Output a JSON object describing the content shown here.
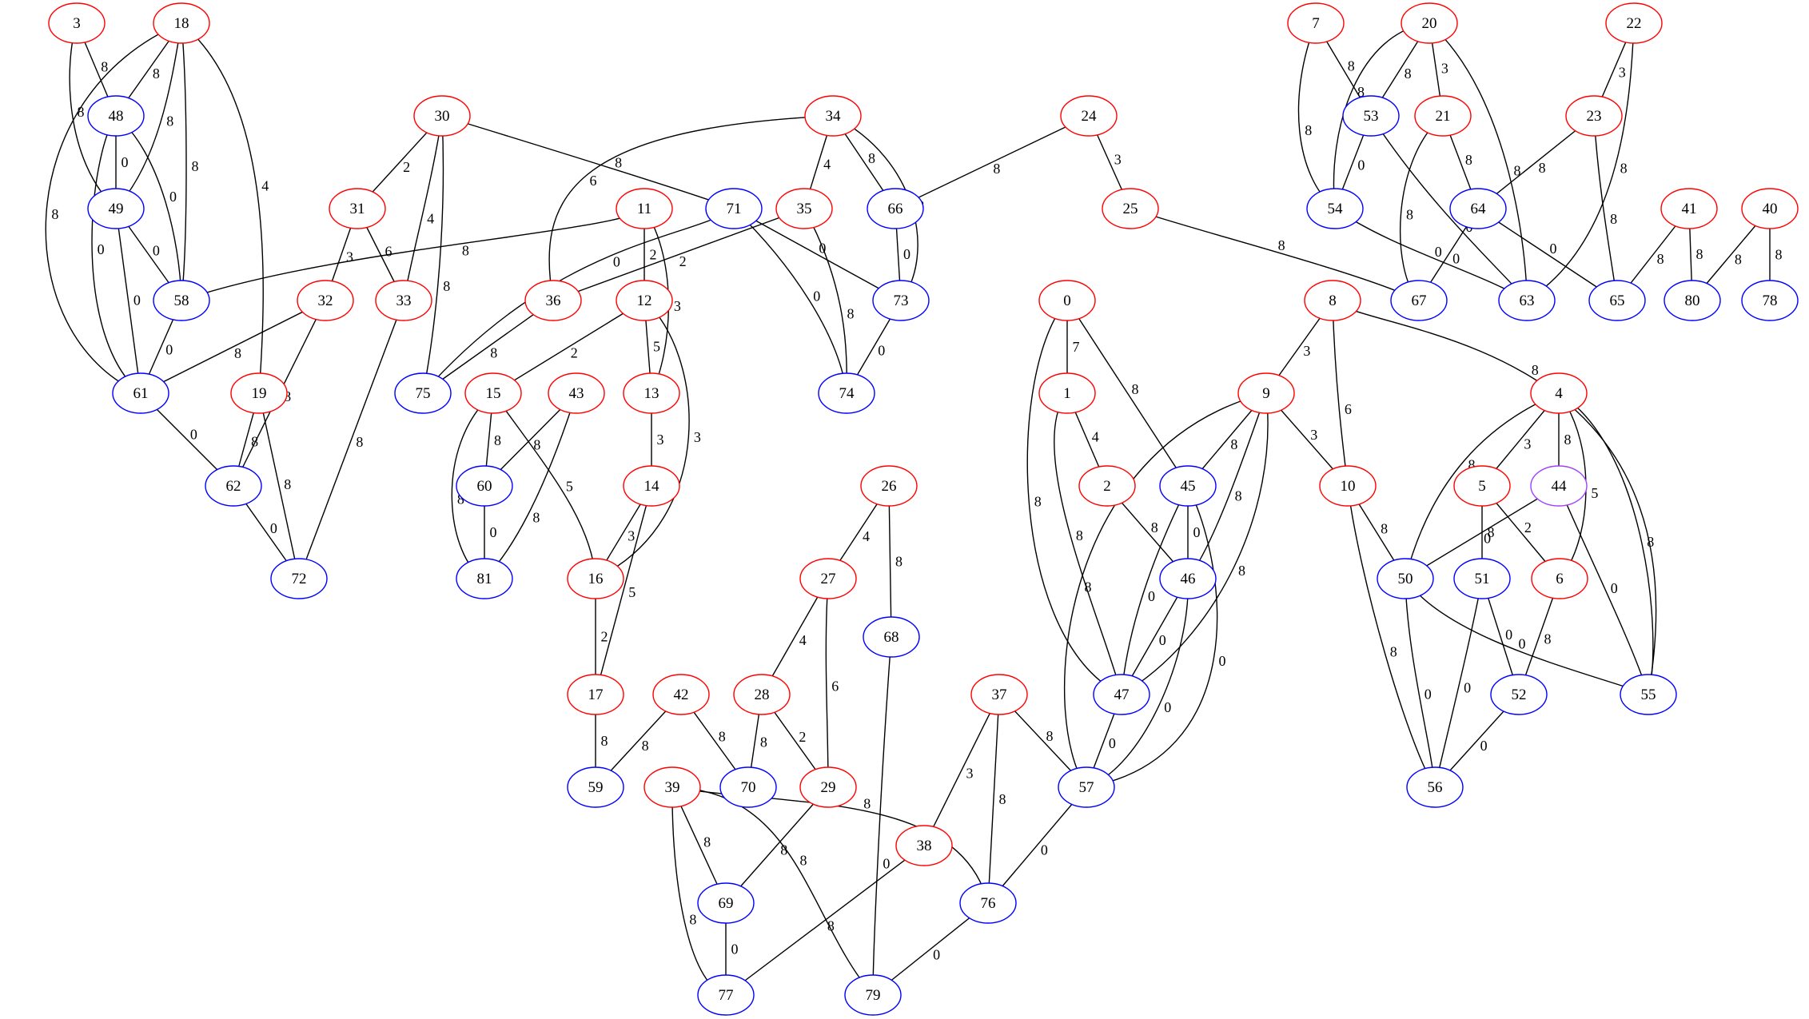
{
  "colors": {
    "red": "#ff0000",
    "blue": "#0000ff",
    "purple": "#a040ff",
    "edge": "#000000"
  },
  "nodes": [
    {
      "id": "3",
      "color": "red"
    },
    {
      "id": "18",
      "color": "red"
    },
    {
      "id": "48",
      "color": "blue"
    },
    {
      "id": "49",
      "color": "blue"
    },
    {
      "id": "58",
      "color": "blue"
    },
    {
      "id": "61",
      "color": "blue"
    },
    {
      "id": "19",
      "color": "red"
    },
    {
      "id": "62",
      "color": "blue"
    },
    {
      "id": "72",
      "color": "blue"
    },
    {
      "id": "30",
      "color": "red"
    },
    {
      "id": "31",
      "color": "red"
    },
    {
      "id": "32",
      "color": "red"
    },
    {
      "id": "33",
      "color": "red"
    },
    {
      "id": "75",
      "color": "blue"
    },
    {
      "id": "11",
      "color": "red"
    },
    {
      "id": "12",
      "color": "red"
    },
    {
      "id": "13",
      "color": "red"
    },
    {
      "id": "14",
      "color": "red"
    },
    {
      "id": "16",
      "color": "red"
    },
    {
      "id": "17",
      "color": "red"
    },
    {
      "id": "59",
      "color": "blue"
    },
    {
      "id": "15",
      "color": "red"
    },
    {
      "id": "60",
      "color": "blue"
    },
    {
      "id": "81",
      "color": "blue"
    },
    {
      "id": "43",
      "color": "red"
    },
    {
      "id": "36",
      "color": "red"
    },
    {
      "id": "34",
      "color": "red"
    },
    {
      "id": "35",
      "color": "red"
    },
    {
      "id": "66",
      "color": "blue"
    },
    {
      "id": "73",
      "color": "blue"
    },
    {
      "id": "74",
      "color": "blue"
    },
    {
      "id": "71",
      "color": "blue"
    },
    {
      "id": "24",
      "color": "red"
    },
    {
      "id": "25",
      "color": "red"
    },
    {
      "id": "67",
      "color": "blue"
    },
    {
      "id": "26",
      "color": "red"
    },
    {
      "id": "27",
      "color": "red"
    },
    {
      "id": "68",
      "color": "blue"
    },
    {
      "id": "28",
      "color": "red"
    },
    {
      "id": "29",
      "color": "red"
    },
    {
      "id": "70",
      "color": "blue"
    },
    {
      "id": "42",
      "color": "red"
    },
    {
      "id": "39",
      "color": "red"
    },
    {
      "id": "69",
      "color": "blue"
    },
    {
      "id": "77",
      "color": "blue"
    },
    {
      "id": "79",
      "color": "blue"
    },
    {
      "id": "38",
      "color": "red"
    },
    {
      "id": "37",
      "color": "red"
    },
    {
      "id": "76",
      "color": "blue"
    },
    {
      "id": "57",
      "color": "blue"
    },
    {
      "id": "0",
      "color": "red"
    },
    {
      "id": "1",
      "color": "red"
    },
    {
      "id": "2",
      "color": "red"
    },
    {
      "id": "45",
      "color": "blue"
    },
    {
      "id": "46",
      "color": "blue"
    },
    {
      "id": "47",
      "color": "blue"
    },
    {
      "id": "9",
      "color": "red"
    },
    {
      "id": "8",
      "color": "red"
    },
    {
      "id": "10",
      "color": "red"
    },
    {
      "id": "50",
      "color": "blue"
    },
    {
      "id": "56",
      "color": "blue"
    },
    {
      "id": "4",
      "color": "red"
    },
    {
      "id": "5",
      "color": "red"
    },
    {
      "id": "44",
      "color": "purple"
    },
    {
      "id": "6",
      "color": "red"
    },
    {
      "id": "51",
      "color": "blue"
    },
    {
      "id": "52",
      "color": "blue"
    },
    {
      "id": "55",
      "color": "blue"
    },
    {
      "id": "7",
      "color": "red"
    },
    {
      "id": "20",
      "color": "red"
    },
    {
      "id": "53",
      "color": "blue"
    },
    {
      "id": "54",
      "color": "blue"
    },
    {
      "id": "21",
      "color": "red"
    },
    {
      "id": "64",
      "color": "blue"
    },
    {
      "id": "63",
      "color": "blue"
    },
    {
      "id": "22",
      "color": "red"
    },
    {
      "id": "23",
      "color": "red"
    },
    {
      "id": "65",
      "color": "blue"
    },
    {
      "id": "41",
      "color": "red"
    },
    {
      "id": "80",
      "color": "blue"
    },
    {
      "id": "40",
      "color": "red"
    },
    {
      "id": "78",
      "color": "blue"
    }
  ],
  "edges": [
    {
      "from": "3",
      "to": "48",
      "label": "8"
    },
    {
      "from": "3",
      "to": "49",
      "label": "8"
    },
    {
      "from": "18",
      "to": "48",
      "label": "8"
    },
    {
      "from": "18",
      "to": "49",
      "label": "8"
    },
    {
      "from": "18",
      "to": "58",
      "label": "8"
    },
    {
      "from": "18",
      "to": "61",
      "label": "8"
    },
    {
      "from": "18",
      "to": "19",
      "label": "4"
    },
    {
      "from": "48",
      "to": "49",
      "label": "0"
    },
    {
      "from": "48",
      "to": "58",
      "label": "0"
    },
    {
      "from": "48",
      "to": "61",
      "label": "0"
    },
    {
      "from": "49",
      "to": "58",
      "label": "0"
    },
    {
      "from": "49",
      "to": "61",
      "label": "0"
    },
    {
      "from": "58",
      "to": "61",
      "label": "0"
    },
    {
      "from": "61",
      "to": "62",
      "label": "0"
    },
    {
      "from": "19",
      "to": "62",
      "label": "8"
    },
    {
      "from": "19",
      "to": "72",
      "label": "8"
    },
    {
      "from": "62",
      "to": "72",
      "label": "0"
    },
    {
      "from": "30",
      "to": "31",
      "label": "2"
    },
    {
      "from": "30",
      "to": "33",
      "label": "4"
    },
    {
      "from": "30",
      "to": "75",
      "label": "8"
    },
    {
      "from": "30",
      "to": "71",
      "label": "8"
    },
    {
      "from": "31",
      "to": "32",
      "label": "3"
    },
    {
      "from": "31",
      "to": "33",
      "label": "6"
    },
    {
      "from": "32",
      "to": "61",
      "label": "8"
    },
    {
      "from": "32",
      "to": "62",
      "label": "8"
    },
    {
      "from": "33",
      "to": "72",
      "label": "8"
    },
    {
      "from": "11",
      "to": "58",
      "label": "8"
    },
    {
      "from": "11",
      "to": "12",
      "label": "2"
    },
    {
      "from": "11",
      "to": "13",
      "label": "3"
    },
    {
      "from": "12",
      "to": "15",
      "label": "2"
    },
    {
      "from": "12",
      "to": "13",
      "label": "5"
    },
    {
      "from": "12",
      "to": "16",
      "label": "3"
    },
    {
      "from": "13",
      "to": "14",
      "label": "3"
    },
    {
      "from": "14",
      "to": "16",
      "label": "3"
    },
    {
      "from": "14",
      "to": "17",
      "label": "5"
    },
    {
      "from": "16",
      "to": "17",
      "label": "2"
    },
    {
      "from": "17",
      "to": "59",
      "label": "8"
    },
    {
      "from": "15",
      "to": "60",
      "label": "8"
    },
    {
      "from": "15",
      "to": "81",
      "label": "8"
    },
    {
      "from": "15",
      "to": "16",
      "label": "5"
    },
    {
      "from": "43",
      "to": "60",
      "label": "8"
    },
    {
      "from": "43",
      "to": "81",
      "label": "8"
    },
    {
      "from": "60",
      "to": "81",
      "label": "0"
    },
    {
      "from": "36",
      "to": "75",
      "label": "8"
    },
    {
      "from": "71",
      "to": "75",
      "label": "0"
    },
    {
      "from": "71",
      "to": "73",
      "label": "0"
    },
    {
      "from": "71",
      "to": "74",
      "label": "0"
    },
    {
      "from": "34",
      "to": "36",
      "label": "6"
    },
    {
      "from": "34",
      "to": "35",
      "label": "4"
    },
    {
      "from": "34",
      "to": "66",
      "label": "8"
    },
    {
      "from": "34",
      "to": "73",
      "label": "8"
    },
    {
      "from": "35",
      "to": "36",
      "label": "2"
    },
    {
      "from": "35",
      "to": "74",
      "label": "8"
    },
    {
      "from": "66",
      "to": "73",
      "label": "0"
    },
    {
      "from": "73",
      "to": "74",
      "label": "0"
    },
    {
      "from": "24",
      "to": "66",
      "label": "8"
    },
    {
      "from": "24",
      "to": "25",
      "label": "3"
    },
    {
      "from": "25",
      "to": "67",
      "label": "8"
    },
    {
      "from": "26",
      "to": "27",
      "label": "4"
    },
    {
      "from": "26",
      "to": "68",
      "label": "8"
    },
    {
      "from": "27",
      "to": "28",
      "label": "4"
    },
    {
      "from": "27",
      "to": "29",
      "label": "6"
    },
    {
      "from": "28",
      "to": "70",
      "label": "8"
    },
    {
      "from": "28",
      "to": "29",
      "label": "2"
    },
    {
      "from": "42",
      "to": "59",
      "label": "8"
    },
    {
      "from": "42",
      "to": "70",
      "label": "8"
    },
    {
      "from": "29",
      "to": "69",
      "label": "8"
    },
    {
      "from": "68",
      "to": "79",
      "label": "0"
    },
    {
      "from": "39",
      "to": "69",
      "label": "8"
    },
    {
      "from": "39",
      "to": "77",
      "label": "8"
    },
    {
      "from": "39",
      "to": "79",
      "label": "8"
    },
    {
      "from": "39",
      "to": "76",
      "label": "8"
    },
    {
      "from": "69",
      "to": "77",
      "label": "0"
    },
    {
      "from": "38",
      "to": "77",
      "label": "8"
    },
    {
      "from": "37",
      "to": "38",
      "label": "3"
    },
    {
      "from": "37",
      "to": "76",
      "label": "8"
    },
    {
      "from": "37",
      "to": "57",
      "label": "8"
    },
    {
      "from": "76",
      "to": "79",
      "label": "0"
    },
    {
      "from": "57",
      "to": "76",
      "label": "0"
    },
    {
      "from": "0",
      "to": "1",
      "label": "7"
    },
    {
      "from": "0",
      "to": "45",
      "label": "8"
    },
    {
      "from": "0",
      "to": "47",
      "label": "8"
    },
    {
      "from": "1",
      "to": "2",
      "label": "4"
    },
    {
      "from": "1",
      "to": "47",
      "label": "8"
    },
    {
      "from": "2",
      "to": "46",
      "label": "8"
    },
    {
      "from": "45",
      "to": "46",
      "label": "0"
    },
    {
      "from": "45",
      "to": "47",
      "label": "0"
    },
    {
      "from": "45",
      "to": "57",
      "label": "0"
    },
    {
      "from": "46",
      "to": "47",
      "label": "0"
    },
    {
      "from": "46",
      "to": "57",
      "label": "0"
    },
    {
      "from": "47",
      "to": "57",
      "label": "0"
    },
    {
      "from": "9",
      "to": "45",
      "label": "8"
    },
    {
      "from": "9",
      "to": "46",
      "label": "8"
    },
    {
      "from": "9",
      "to": "47",
      "label": "8"
    },
    {
      "from": "9",
      "to": "57",
      "label": "8"
    },
    {
      "from": "9",
      "to": "10",
      "label": "3"
    },
    {
      "from": "8",
      "to": "9",
      "label": "3"
    },
    {
      "from": "8",
      "to": "10",
      "label": "6"
    },
    {
      "from": "8",
      "to": "55",
      "label": "8"
    },
    {
      "from": "10",
      "to": "50",
      "label": "8"
    },
    {
      "from": "10",
      "to": "56",
      "label": "8"
    },
    {
      "from": "50",
      "to": "56",
      "label": "0"
    },
    {
      "from": "50",
      "to": "55",
      "label": "0"
    },
    {
      "from": "4",
      "to": "5",
      "label": "3"
    },
    {
      "from": "4",
      "to": "44",
      "label": "8"
    },
    {
      "from": "4",
      "to": "6",
      "label": "5"
    },
    {
      "from": "4",
      "to": "50",
      "label": "8"
    },
    {
      "from": "4",
      "to": "55",
      "label": "8"
    },
    {
      "from": "5",
      "to": "51",
      "label": "8"
    },
    {
      "from": "5",
      "to": "6",
      "label": "2"
    },
    {
      "from": "44",
      "to": "50",
      "label": "0"
    },
    {
      "from": "44",
      "to": "55",
      "label": "0"
    },
    {
      "from": "6",
      "to": "52",
      "label": "8"
    },
    {
      "from": "51",
      "to": "52",
      "label": "0"
    },
    {
      "from": "51",
      "to": "56",
      "label": "0"
    },
    {
      "from": "52",
      "to": "56",
      "label": "0"
    },
    {
      "from": "7",
      "to": "53",
      "label": "8"
    },
    {
      "from": "7",
      "to": "54",
      "label": "8"
    },
    {
      "from": "20",
      "to": "53",
      "label": "8"
    },
    {
      "from": "20",
      "to": "54",
      "label": "8"
    },
    {
      "from": "20",
      "to": "21",
      "label": "3"
    },
    {
      "from": "20",
      "to": "63",
      "label": "8"
    },
    {
      "from": "53",
      "to": "54",
      "label": "0"
    },
    {
      "from": "53",
      "to": "63",
      "label": "0"
    },
    {
      "from": "54",
      "to": "63",
      "label": "0"
    },
    {
      "from": "21",
      "to": "64",
      "label": "8"
    },
    {
      "from": "21",
      "to": "67",
      "label": "8"
    },
    {
      "from": "64",
      "to": "67",
      "label": "0"
    },
    {
      "from": "64",
      "to": "65",
      "label": "0"
    },
    {
      "from": "23",
      "to": "64",
      "label": "8"
    },
    {
      "from": "23",
      "to": "65",
      "label": "8"
    },
    {
      "from": "22",
      "to": "23",
      "label": "3"
    },
    {
      "from": "22",
      "to": "63",
      "label": "8"
    },
    {
      "from": "41",
      "to": "65",
      "label": "8"
    },
    {
      "from": "41",
      "to": "80",
      "label": "8"
    },
    {
      "from": "40",
      "to": "80",
      "label": "8"
    },
    {
      "from": "40",
      "to": "78",
      "label": "8"
    }
  ]
}
